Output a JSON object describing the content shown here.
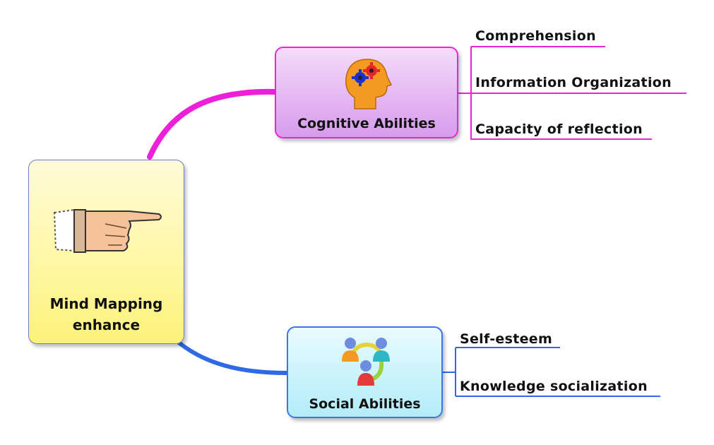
{
  "central": {
    "title_line1": "Mind Mapping",
    "title_line2": "enhance",
    "icon": "pointing-hand-icon"
  },
  "branches": [
    {
      "title": "Cognitive Abilities",
      "icon": "head-gears-icon",
      "color": "#ea25d8",
      "leaves": [
        "Comprehension",
        "Information Organization",
        "Capacity of reflection"
      ]
    },
    {
      "title": "Social Abilities",
      "icon": "people-cycle-icon",
      "color": "#3d74e6",
      "leaves": [
        "Self-esteem",
        "Knowledge socialization"
      ]
    }
  ]
}
